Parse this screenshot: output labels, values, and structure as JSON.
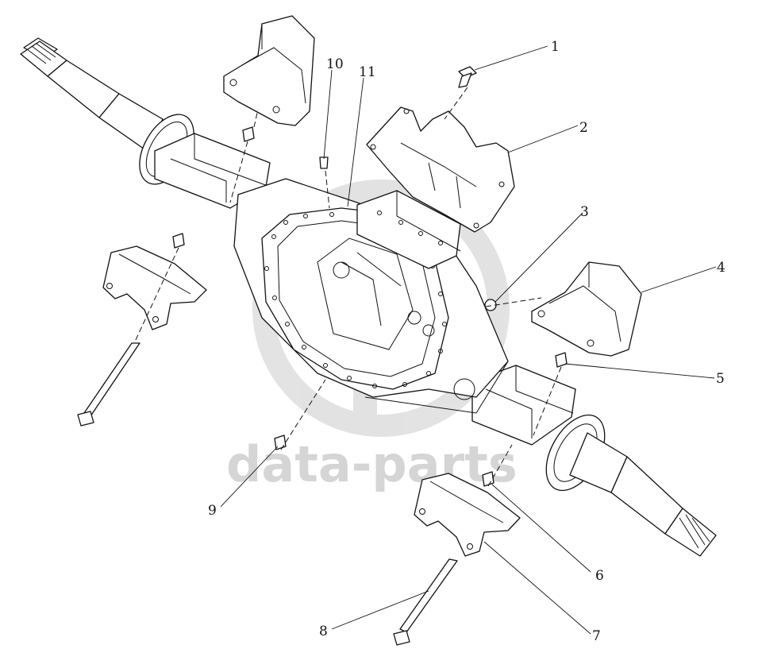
{
  "watermark": {
    "text": "data-parts",
    "color": "#bdbdbd",
    "icon": "data-parts-logo-icon"
  },
  "callouts": [
    {
      "id": "1",
      "label": "1"
    },
    {
      "id": "2",
      "label": "2"
    },
    {
      "id": "3",
      "label": "3"
    },
    {
      "id": "4",
      "label": "4"
    },
    {
      "id": "5",
      "label": "5"
    },
    {
      "id": "6",
      "label": "6"
    },
    {
      "id": "7",
      "label": "7"
    },
    {
      "id": "8",
      "label": "8"
    },
    {
      "id": "9",
      "label": "9"
    },
    {
      "id": "10",
      "label": "10"
    },
    {
      "id": "11",
      "label": "11"
    }
  ],
  "colors": {
    "line": "#111111",
    "background": "#ffffff"
  }
}
